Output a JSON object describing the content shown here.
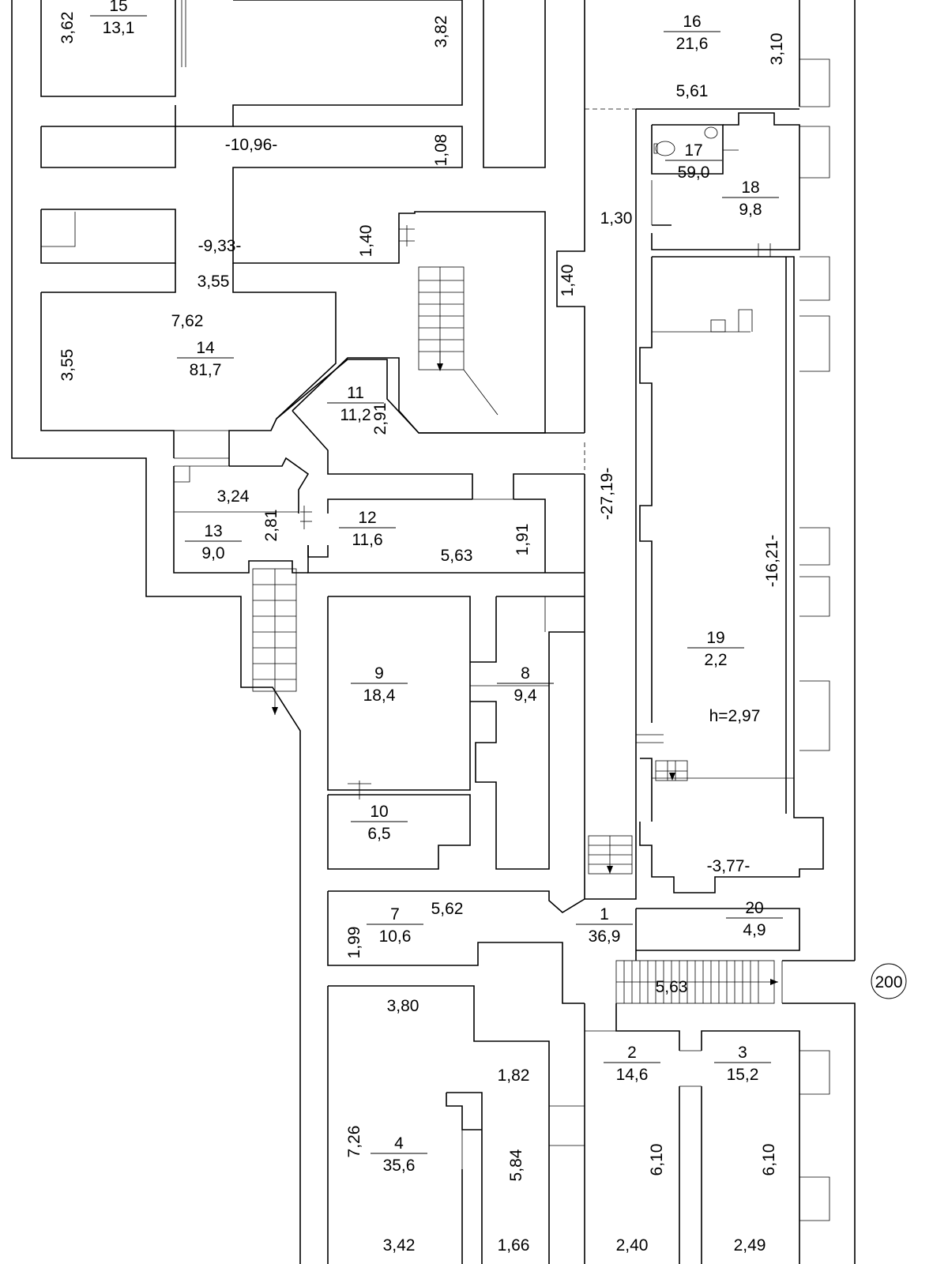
{
  "rooms": [
    {
      "number": "1",
      "area": "36,9"
    },
    {
      "number": "2",
      "area": "14,6"
    },
    {
      "number": "3",
      "area": "15,2"
    },
    {
      "number": "4",
      "area": "35,6"
    },
    {
      "number": "7",
      "area": "10,6"
    },
    {
      "number": "8",
      "area": "9,4"
    },
    {
      "number": "9",
      "area": "18,4"
    },
    {
      "number": "10",
      "area": "6,5"
    },
    {
      "number": "11",
      "area": "11,2"
    },
    {
      "number": "12",
      "area": "11,6"
    },
    {
      "number": "13",
      "area": "9,0"
    },
    {
      "number": "14",
      "area": "81,7"
    },
    {
      "number": "15",
      "area": "13,1"
    },
    {
      "number": "16",
      "area": "21,6"
    },
    {
      "number": "17",
      "area": "59,0"
    },
    {
      "number": "18",
      "area": "9,8"
    },
    {
      "number": "19",
      "area": "2,2"
    },
    {
      "number": "20",
      "area": "4,9"
    }
  ],
  "dimensions": [
    "3,62",
    "3,82",
    "3,10",
    "5,61",
    "-10,96-",
    "1,08",
    "1,30",
    "-9,33-",
    "1,40",
    "1,40",
    "3,55",
    "7,62",
    "3,55",
    "2,91",
    "-27,19-",
    "3,24",
    "2,81",
    "5,63",
    "1,91",
    "-16,21-",
    "h=2,97",
    "-3,77-",
    "1,99",
    "5,62",
    "5,63",
    "3,80",
    "1,82",
    "7,26",
    "5,84",
    "6,10",
    "6,10",
    "3,42",
    "1,66",
    "2,40",
    "2,49"
  ],
  "marker": "200"
}
